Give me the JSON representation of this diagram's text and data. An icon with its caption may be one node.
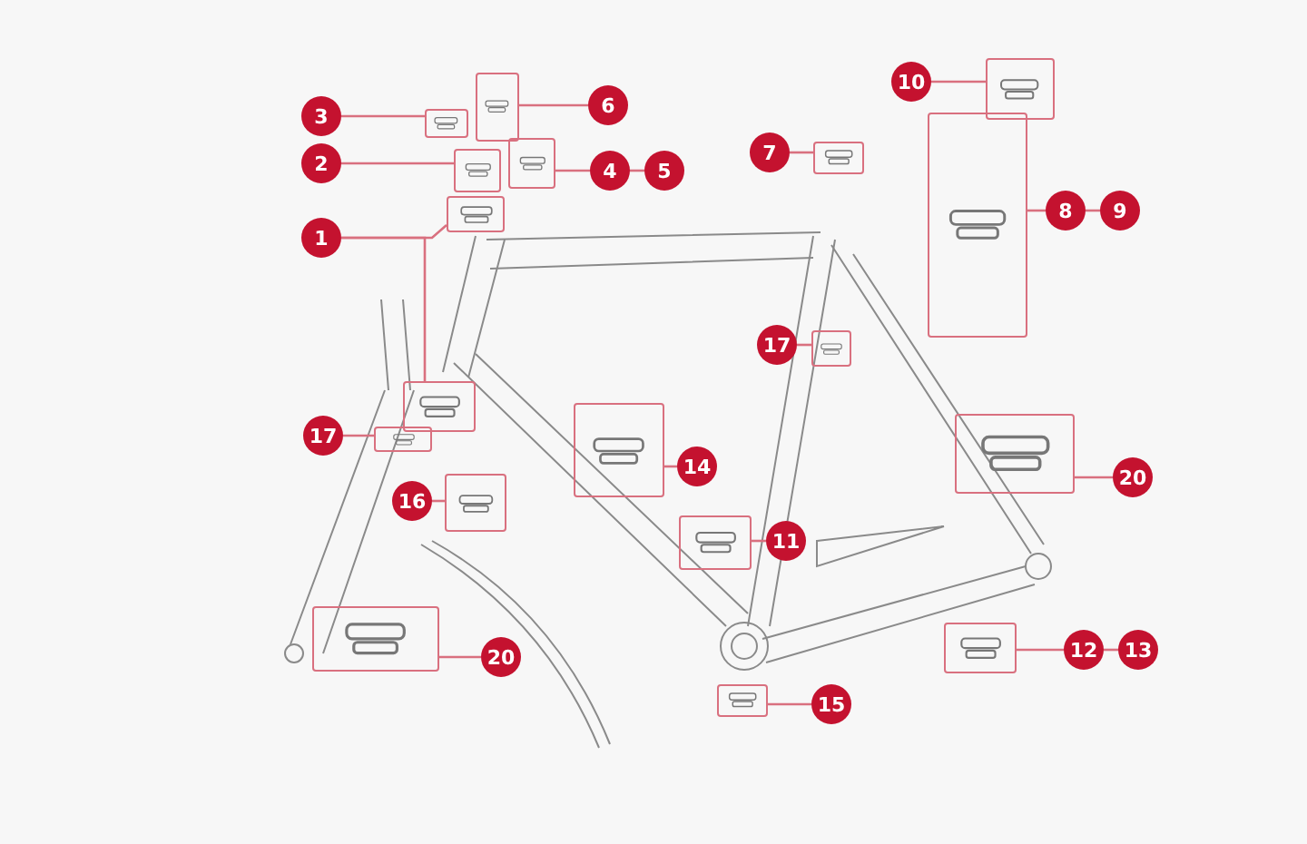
{
  "diagram": {
    "nodes": [
      {
        "text": [
          "10"
        ]
      },
      {
        "text": [],
        "shape": "box"
      },
      {
        "text": [
          "6"
        ]
      },
      {
        "text": [],
        "shape": "box"
      },
      {
        "text": [
          "3"
        ]
      },
      {
        "text": [],
        "shape": "box"
      },
      {
        "text": [
          "7"
        ]
      },
      {
        "text": [],
        "shape": "box"
      },
      {
        "text": [
          "2"
        ]
      },
      {
        "text": [],
        "shape": "box"
      },
      {
        "text": [
          "4"
        ]
      },
      {
        "text": [
          "5"
        ]
      },
      {
        "text": [],
        "shape": "box"
      },
      {
        "text": [
          "8"
        ]
      },
      {
        "text": [
          "9"
        ]
      },
      {
        "text": [],
        "shape": "box"
      },
      {
        "text": [
          "1"
        ]
      },
      {
        "text": [],
        "shape": "box"
      },
      {
        "text": [],
        "shape": "box"
      },
      {
        "text": [
          "17"
        ]
      },
      {
        "text": [],
        "shape": "box"
      },
      {
        "text": [
          "17"
        ]
      },
      {
        "text": [],
        "shape": "box"
      },
      {
        "text": [
          "14"
        ]
      },
      {
        "text": [],
        "shape": "box"
      },
      {
        "text": [
          "20"
        ]
      },
      {
        "text": [],
        "shape": "box"
      },
      {
        "text": [
          "16"
        ]
      },
      {
        "text": [],
        "shape": "box"
      },
      {
        "text": [
          "11"
        ]
      },
      {
        "text": [],
        "shape": "box"
      },
      {
        "text": [
          "20"
        ]
      },
      {
        "text": [],
        "shape": "box"
      },
      {
        "text": [
          "12"
        ]
      },
      {
        "text": [
          "13"
        ]
      },
      {
        "text": [],
        "shape": "box"
      },
      {
        "text": [
          "15"
        ]
      },
      {
        "text": [],
        "shape": "box"
      }
    ],
    "edges": [
      {
        "from": 0,
        "to": 1,
        "arrow": "none"
      },
      {
        "from": 2,
        "to": 3,
        "arrow": "none"
      },
      {
        "from": 4,
        "to": 5,
        "arrow": "none"
      },
      {
        "from": 6,
        "to": 7,
        "arrow": "none"
      },
      {
        "from": 8,
        "to": 9,
        "arrow": "none"
      },
      {
        "from": 10,
        "to": 11,
        "arrow": "none"
      },
      {
        "from": 10,
        "to": 12,
        "arrow": "none"
      },
      {
        "from": 13,
        "to": 14,
        "arrow": "none"
      },
      {
        "from": 13,
        "to": 15,
        "arrow": "none"
      },
      {
        "from": 16,
        "to": 17,
        "arrow": "none"
      },
      {
        "from": 16,
        "to": 18,
        "arrow": "none"
      },
      {
        "from": 19,
        "to": 20,
        "arrow": "none"
      },
      {
        "from": 21,
        "to": 22,
        "arrow": "none"
      },
      {
        "from": 23,
        "to": 24,
        "arrow": "none"
      },
      {
        "from": 25,
        "to": 26,
        "arrow": "none"
      },
      {
        "from": 27,
        "to": 28,
        "arrow": "none"
      },
      {
        "from": 29,
        "to": 30,
        "arrow": "none"
      },
      {
        "from": 31,
        "to": 32,
        "arrow": "none"
      },
      {
        "from": 33,
        "to": 34,
        "arrow": "none"
      },
      {
        "from": 33,
        "to": 35,
        "arrow": "none"
      },
      {
        "from": 36,
        "to": 37,
        "arrow": "none"
      }
    ]
  }
}
